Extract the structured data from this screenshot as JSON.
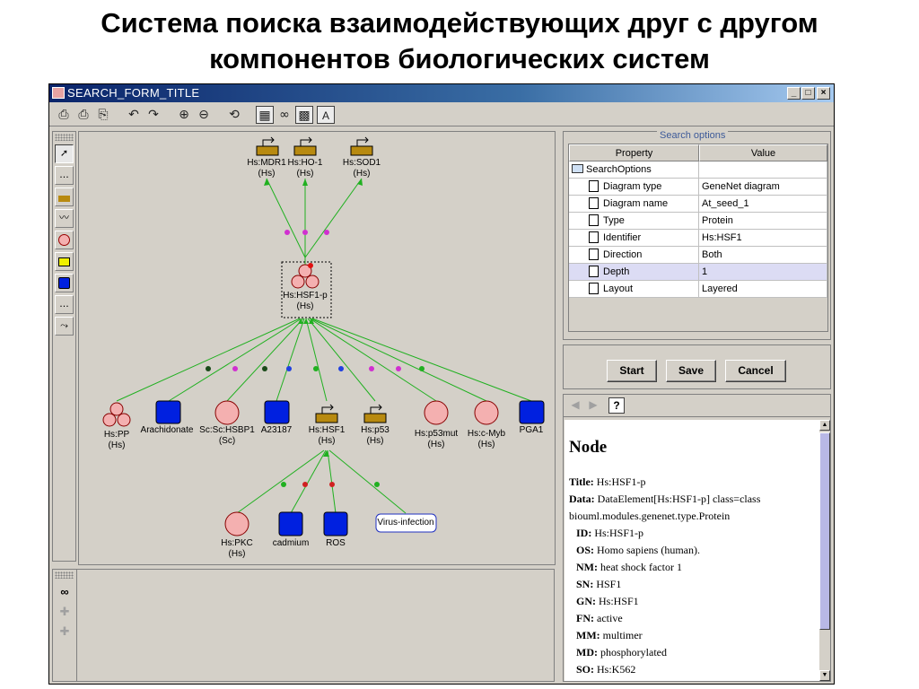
{
  "slide": {
    "title_line1": "Система поиска взаимодействующих друг с другом",
    "title_line2": "компонентов биологических систем"
  },
  "window": {
    "title": "SEARCH_FORM_TITLE",
    "minimize": "_",
    "maximize": "□",
    "close": "×"
  },
  "toolbar": {
    "icons": [
      "print-icon",
      "print-preview-icon",
      "page-setup-icon",
      "undo-icon",
      "redo-icon",
      "zoom-in-icon",
      "zoom-out-icon",
      "refresh-icon",
      "layout-icon",
      "binoculars-icon",
      "grid-icon",
      "text-icon"
    ],
    "text_tool_label": "A"
  },
  "palette": {
    "items": [
      "select-arrow-icon",
      "more-icon",
      "gene-icon",
      "reaction-icon",
      "protein-circle-icon",
      "cell-rect-icon",
      "substance-square-icon",
      "more-icon",
      "edge-icon"
    ],
    "more_label": "..."
  },
  "diagram": {
    "top_genes": [
      {
        "name": "Hs:MDR1",
        "species": "(Hs)"
      },
      {
        "name": "Hs:HO-1",
        "species": "(Hs)"
      },
      {
        "name": "Hs:SOD1",
        "species": "(Hs)"
      }
    ],
    "center": {
      "name": "Hs:HSF1-p",
      "species": "(Hs)"
    },
    "middle_row": [
      {
        "name": "Hs:PP",
        "species": "(Hs)"
      },
      {
        "name": "Arachidonate",
        "species": ""
      },
      {
        "name": "Sc:Sc:HSBP1",
        "species": "(Sc)"
      },
      {
        "name": "A23187",
        "species": ""
      },
      {
        "name": "Hs:HSF1",
        "species": "(Hs)"
      },
      {
        "name": "Hs:p53",
        "species": "(Hs)"
      },
      {
        "name": "Hs:p53mut",
        "species": "(Hs)"
      },
      {
        "name": "Hs:c-Myb",
        "species": "(Hs)"
      },
      {
        "name": "PGA1",
        "species": ""
      }
    ],
    "bottom_row": [
      {
        "name": "Hs:PKC",
        "species": "(Hs)"
      },
      {
        "name": "cadmium",
        "species": ""
      },
      {
        "name": "ROS",
        "species": ""
      },
      {
        "name": "Virus-infection",
        "species": ""
      }
    ]
  },
  "search_options": {
    "legend": "Search options",
    "col_property": "Property",
    "col_value": "Value",
    "rows": [
      {
        "property": "SearchOptions",
        "value": ""
      },
      {
        "property": "Diagram type",
        "value": "GeneNet diagram"
      },
      {
        "property": "Diagram name",
        "value": "At_seed_1"
      },
      {
        "property": "Type",
        "value": "Protein"
      },
      {
        "property": "Identifier",
        "value": "Hs:HSF1"
      },
      {
        "property": "Direction",
        "value": "Both"
      },
      {
        "property": "Depth",
        "value": "1"
      },
      {
        "property": "Layout",
        "value": "Layered"
      }
    ],
    "selected_row": "Depth"
  },
  "buttons": {
    "start": "Start",
    "save": "Save",
    "cancel": "Cancel"
  },
  "info": {
    "heading": "Node",
    "title_label": "Title:",
    "title_value": " Hs:HSF1-p",
    "data_label": "Data:",
    "data_value_1": " DataElement[Hs:HSF1-p] class=class",
    "data_value_2": "biouml.modules.genenet.type.Protein",
    "fields": [
      {
        "label": "ID:",
        "value": " Hs:HSF1-p"
      },
      {
        "label": "OS:",
        "value": " Homo sapiens (human)."
      },
      {
        "label": "NM:",
        "value": " heat shock factor 1"
      },
      {
        "label": "SN:",
        "value": " HSF1"
      },
      {
        "label": "GN:",
        "value": " Hs:HSF1"
      },
      {
        "label": "FN:",
        "value": " active"
      },
      {
        "label": "MM:",
        "value": " multimer"
      },
      {
        "label": "MD:",
        "value": " phosphorylated"
      },
      {
        "label": "SO:",
        "value": " Hs:K562"
      }
    ]
  },
  "colors": {
    "protein": "#f4b0b0",
    "substance": "#0020e0",
    "gene": "#b88a10",
    "edge": "#20b020",
    "selected_row": "#dcdcf4"
  }
}
